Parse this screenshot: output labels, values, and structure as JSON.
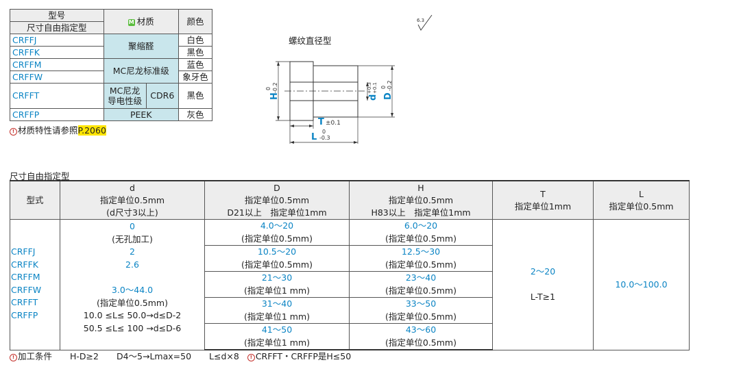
{
  "material_table": {
    "header": {
      "model": "型号",
      "custom": "尺寸自由指定型",
      "material_badge": "M",
      "material": "材质",
      "color": "颜色"
    },
    "rows": [
      {
        "code": "CRFFJ",
        "color": "白色"
      },
      {
        "code": "CRFFK",
        "color": "黑色"
      },
      {
        "code": "CRFFM",
        "color": "蓝色"
      },
      {
        "code": "CRFFW",
        "color": "象牙色"
      },
      {
        "code": "CRFFT",
        "color": "黑色"
      },
      {
        "code": "CRFFP",
        "color": "灰色"
      }
    ],
    "materials": {
      "pom": "聚缩醛",
      "mc": "MC尼龙标准级",
      "mc_cond_a": "MC尼龙",
      "mc_cond_b": "导电性级",
      "cdr6": "CDR6",
      "peek": "PEEK"
    },
    "note_prefix": "材质特性请参照",
    "note_link": "P.2060"
  },
  "drawing": {
    "title": "螺纹直径型",
    "surface_mark": "6.3",
    "labels": {
      "H": "H",
      "H_up": "0",
      "H_low": "-0.2",
      "d": "d",
      "d_up": "+0.3",
      "d_low": "+0.1",
      "D": "D",
      "D_up": "0",
      "D_low": "-0.2",
      "T": "T",
      "T_tol": "±0.1",
      "L": "L",
      "L_up": "0",
      "L_low": "-0.3"
    }
  },
  "main_table": {
    "section_title": "尺寸自由指定型",
    "headers": {
      "type": "型式",
      "d": [
        "d",
        "指定单位0.5mm",
        "(d尺寸3以上)"
      ],
      "D": [
        "D",
        "指定单位0.5mm",
        "D21以上　指定单位1mm"
      ],
      "H": [
        "H",
        "指定单位0.5mm",
        "H83以上　指定单位1mm"
      ],
      "T": [
        "T",
        "指定单位1mm"
      ],
      "L": [
        "L",
        "指定单位0.5mm"
      ]
    },
    "codes": [
      "CRFFJ",
      "CRFFK",
      "CRFFM",
      "CRFFW",
      "CRFFT",
      "CRFFP"
    ],
    "d_col": {
      "v1": "0",
      "v1_note": "(无孔加工)",
      "v2": "2",
      "v3": "2.6",
      "v4": "3.0～44.0",
      "v4_note": "(指定单位0.5mm)",
      "rule1": "10.0 ≤L≤ 50.0→d≤D-2",
      "rule2": "50.5 ≤L≤ 100 →d≤D-6"
    },
    "DH_rows": [
      {
        "D": "4.0～20",
        "D_note": "(指定单位0.5mm)",
        "H": "6.0～20",
        "H_note": "(指定单位0.5mm)"
      },
      {
        "D": "10.5～20",
        "D_note": "(指定单位0.5mm)",
        "H": "12.5～30",
        "H_note": "(指定单位0.5mm)"
      },
      {
        "D": "21～30",
        "D_note": "(指定单位1 mm)",
        "H": "23～40",
        "H_note": "(指定单位0.5mm)"
      },
      {
        "D": "31～40",
        "D_note": "(指定单位1 mm)",
        "H": "33～50",
        "H_note": "(指定单位0.5mm)"
      },
      {
        "D": "41～50",
        "D_note": "(指定单位1 mm)",
        "H": "43～60",
        "H_note": "(指定单位0.5mm)"
      }
    ],
    "T_col": {
      "value": "2～20",
      "rule": "L-T≥1"
    },
    "L_col": {
      "value": "10.0～100.0"
    },
    "footer": {
      "label": "加工条件",
      "c1": "H-D≥2",
      "c2": "D4～5→Lmax=50",
      "c3": "L≤d×8",
      "c4": "CRFFT・CRFFP是H≤50"
    }
  }
}
